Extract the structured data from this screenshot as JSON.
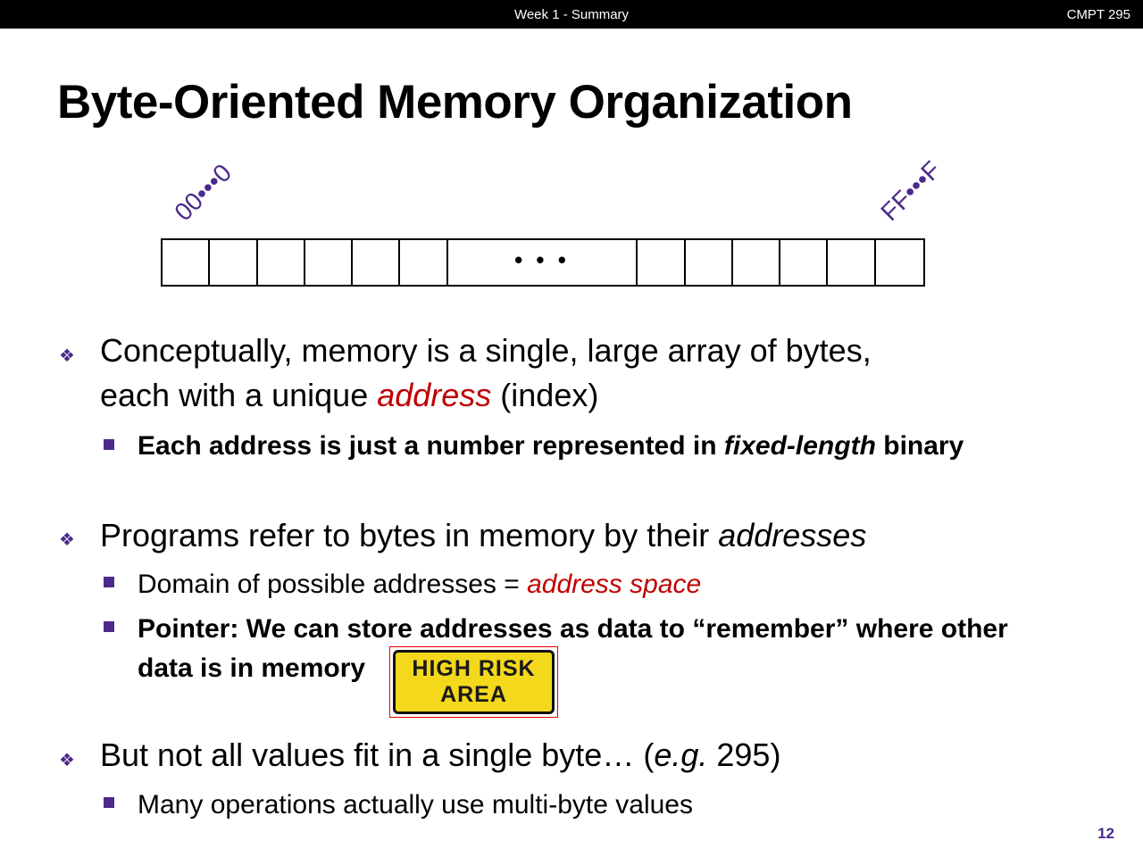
{
  "header": {
    "title": "Week 1 - Summary",
    "course": "CMPT 295"
  },
  "slide_title": "Byte-Oriented Memory Organization",
  "diagram": {
    "start_address": "00•••0",
    "end_address": "FF•••F",
    "ellipsis": "• • •"
  },
  "bullets": [
    {
      "l1a": "Conceptually, memory is a single, large array of bytes,",
      "l1b": "each with a unique ",
      "l1c": "address",
      "l1d": " (index)",
      "sub": [
        {
          "a": "Each address is just a number represented in ",
          "b": "fixed-length",
          "c": " binary"
        }
      ]
    },
    {
      "a": "Programs refer to bytes in memory by their ",
      "b": "addresses",
      "sub": [
        {
          "a": "Domain of possible addresses = ",
          "b": "address space"
        },
        {
          "a": "Pointer: We can store addresses as data to “remember” where other",
          "b": "data is in memory"
        }
      ]
    },
    {
      "a": "But not all values fit in a single byte… (",
      "b": "e.g.",
      "c": " 295)",
      "sub": [
        {
          "a": "Many operations actually use multi-byte values"
        }
      ]
    }
  ],
  "sign": {
    "line1": "HIGH RISK",
    "line2": "AREA"
  },
  "page_number": "12",
  "colors": {
    "accent": "#4b2a8a",
    "emphasis": "#c00000"
  }
}
